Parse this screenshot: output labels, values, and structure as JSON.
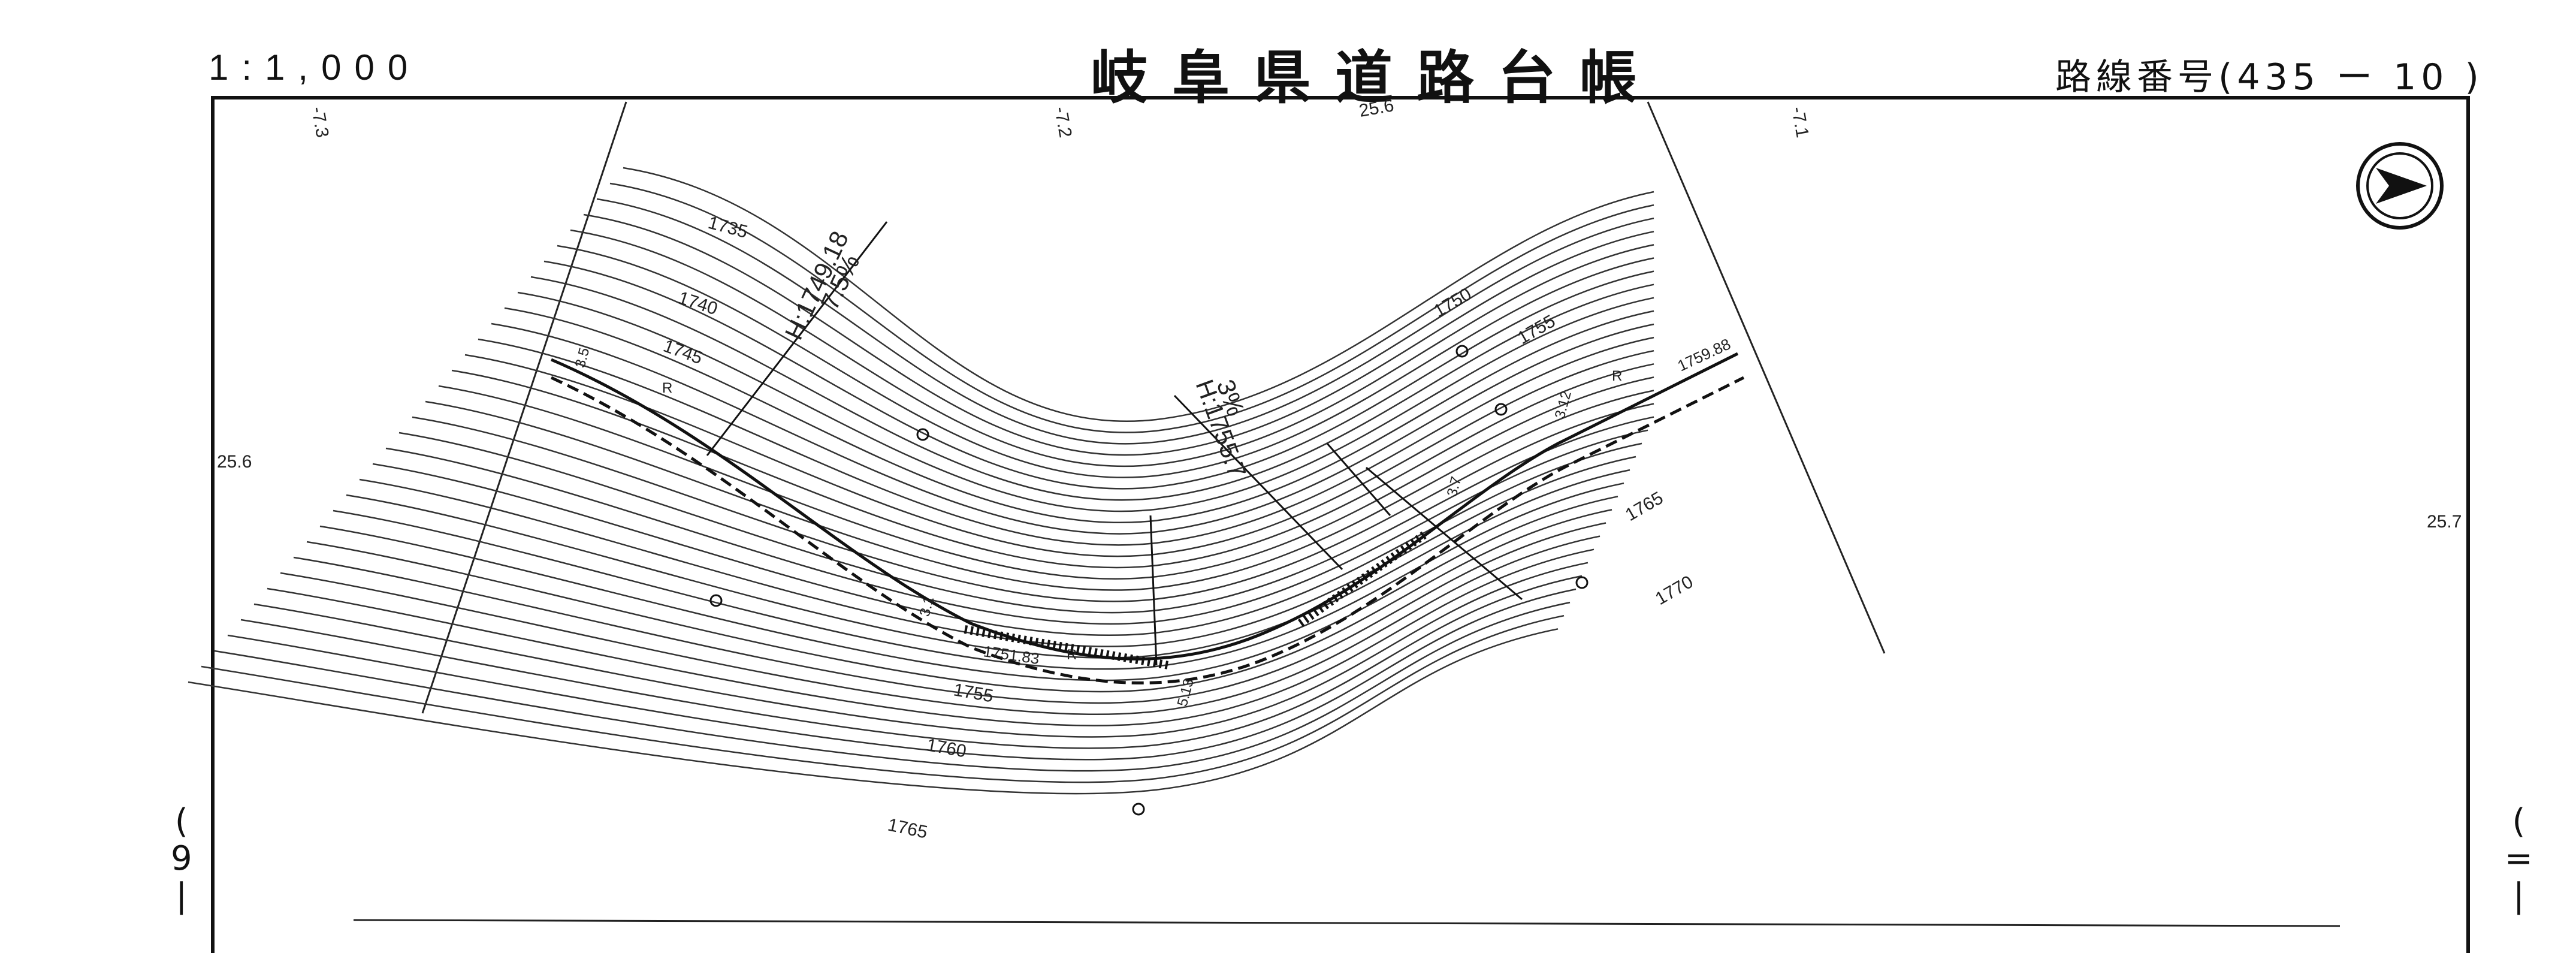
{
  "header": {
    "scale": "1:1,000",
    "title": "岐阜県道路台帳",
    "route_number": "路線番号(435 ー 10 )"
  },
  "map": {
    "contours": [
      "1735",
      "1740",
      "1745",
      "1750",
      "1755",
      "1760",
      "1765",
      "1770",
      "1755",
      "1765"
    ],
    "grid_refs": {
      "top_left": "-7.3",
      "top_middle": "-7.2",
      "top_right": "-7.1",
      "top_center": "25.6",
      "left": "25.6",
      "right": "25.7"
    },
    "profile_labels": {
      "left_height": "H:1749.18",
      "left_grade": "7.5%",
      "mid_height": "H:1755.7",
      "mid_grade": "3%",
      "right_height": "1759.88",
      "bottom_height": "1751.83"
    },
    "road_labels": {
      "r1": "R",
      "r2": "R",
      "r3": "R",
      "w1": "3.5",
      "w2": "3.12",
      "w3": "3.7",
      "w4": "5.13",
      "w5": "3.1"
    },
    "north_arrow_icon": "north-arrow-icon"
  },
  "side_labels": {
    "left": [
      "(",
      "9",
      "|"
    ],
    "right": [
      "(",
      "=",
      "|"
    ]
  }
}
